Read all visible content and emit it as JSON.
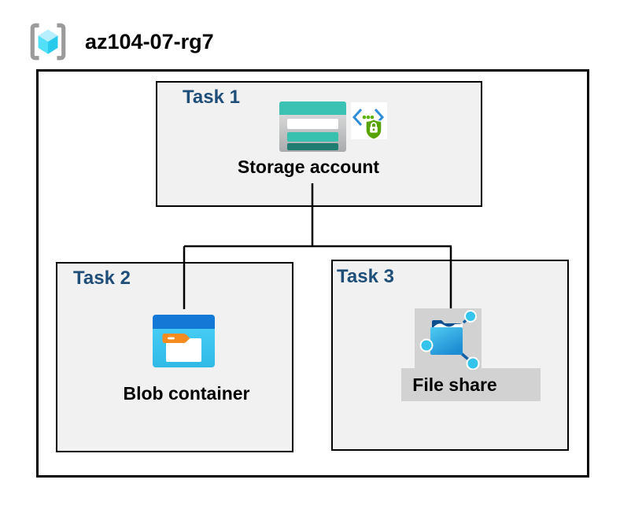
{
  "header": {
    "icon": "resource-group-icon",
    "title": "az104-07-rg7"
  },
  "colors": {
    "task_label": "#1F4E79",
    "box_fill": "#F1F1F1",
    "box_border": "#000000",
    "connector": "#000000",
    "gray_label_bg": "#D2D2D2",
    "storage_teal": "#3BC2B2",
    "storage_teal_mid": "#38C1AF",
    "storage_teal_dark": "#1F7D71",
    "blob_top_blue": "#1379D7",
    "blob_body_cyan": "#3EC7F0",
    "tag_orange": "#F68C1F",
    "shield_green": "#57A300",
    "chevron_blue": "#2E8CD8",
    "bracket_gray": "#9B9B9B",
    "cube_top": "#B7EFFF",
    "cube_left": "#52DFF7",
    "cube_right": "#29CBEC",
    "fileshare_navy": "#0D4E91",
    "node_cyan": "#35C4EE"
  },
  "tasks": [
    {
      "label": "Task 1",
      "item": "Storage account",
      "icons": [
        "storage-account-icon",
        "secured-access-shield-icon"
      ]
    },
    {
      "label": "Task 2",
      "item": "Blob container",
      "icons": [
        "blob-container-icon"
      ]
    },
    {
      "label": "Task 3",
      "item": "File share",
      "icons": [
        "file-share-icon"
      ]
    }
  ]
}
